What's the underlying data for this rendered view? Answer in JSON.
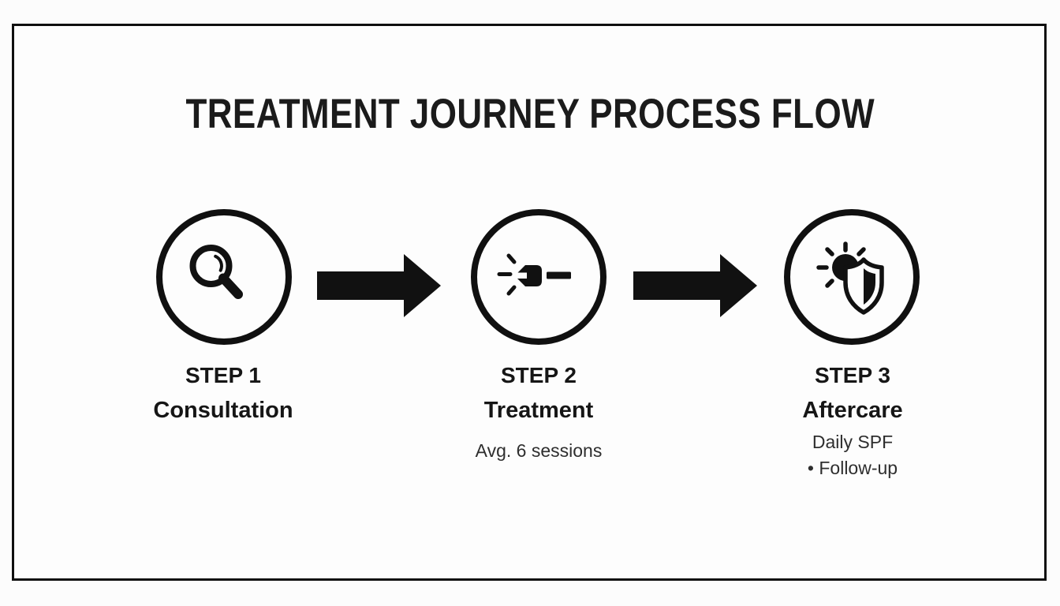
{
  "title": "TREATMENT JOURNEY PROCESS FLOW",
  "steps": [
    {
      "label": "STEP 1",
      "name": "Consultation",
      "icon": "magnifier-search-icon",
      "notes": []
    },
    {
      "label": "STEP 2",
      "name": "Treatment",
      "icon": "laser-device-icon",
      "notes": [
        "Avg. 6 sessions"
      ]
    },
    {
      "label": "STEP 3",
      "name": "Aftercare",
      "icon": "sun-shield-icon",
      "notes": [
        "Daily SPF",
        "• Follow-up"
      ]
    }
  ],
  "colors": {
    "ink": "#111111",
    "background": "#fcfcfc",
    "note_text": "#2e2e2e"
  }
}
